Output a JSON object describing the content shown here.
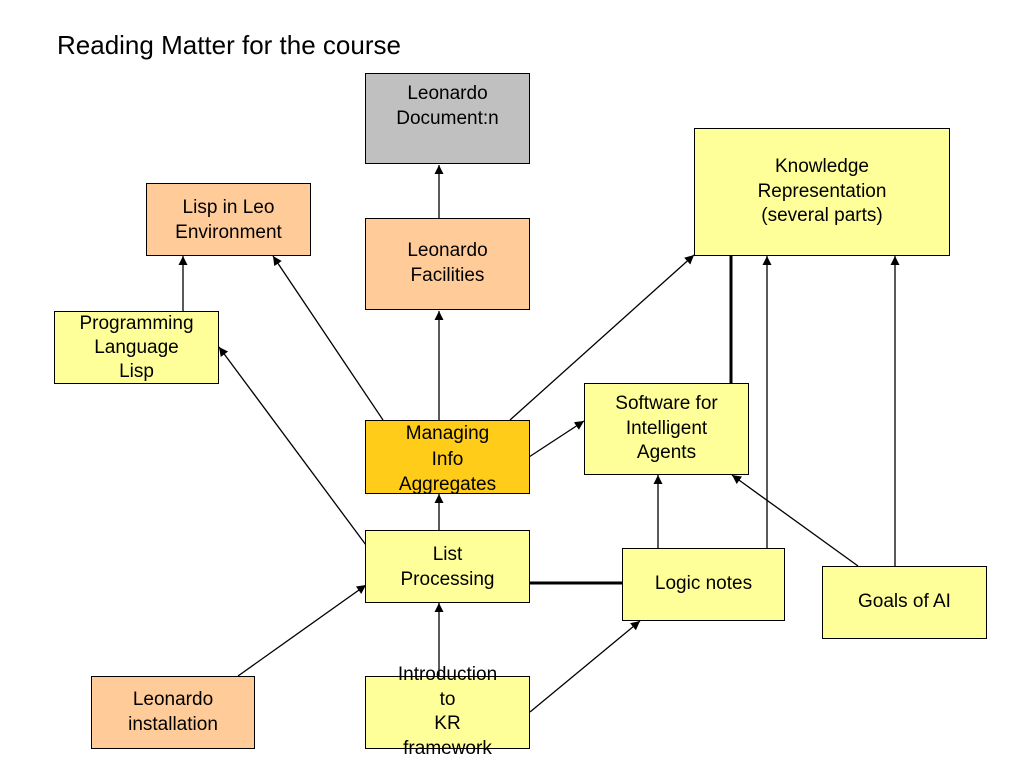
{
  "title": "Reading Matter for the course",
  "nodes": {
    "leonardo_documentation": {
      "label": "Leonardo\nDocument:n",
      "color": "#c0c0c0"
    },
    "knowledge_representation": {
      "label": "Knowledge\nRepresentation\n(several parts)",
      "color": "#ffff99"
    },
    "lisp_in_leo": {
      "label": "Lisp in Leo\nEnvironment",
      "color": "#ffcc99"
    },
    "leonardo_facilities": {
      "label": "Leonardo\nFacilities",
      "color": "#ffcc99"
    },
    "programming_language_lisp": {
      "label": "Programming\nLanguage\nLisp",
      "color": "#ffff99"
    },
    "software_agents": {
      "label": "Software for\nIntelligent\nAgents",
      "color": "#ffff99"
    },
    "managing_info": {
      "label": "Managing\nInfo\nAggregates",
      "color": "#ffcc19"
    },
    "list_processing": {
      "label": "List\nProcessing",
      "color": "#ffff99"
    },
    "logic_notes": {
      "label": "Logic notes",
      "color": "#ffff99"
    },
    "goals_of_ai": {
      "label": "Goals of AI",
      "color": "#ffff99"
    },
    "leonardo_installation": {
      "label": "Leonardo\ninstallation",
      "color": "#ffcc99"
    },
    "intro_kr": {
      "label": "Introduction\nto\nKR\nframework",
      "color": "#ffff99"
    }
  },
  "edges": [
    {
      "from": "leonardo_facilities",
      "to": "leonardo_documentation",
      "type": "arrow"
    },
    {
      "from": "managing_info",
      "to": "leonardo_facilities",
      "type": "arrow"
    },
    {
      "from": "managing_info",
      "to": "lisp_in_leo",
      "type": "arrow"
    },
    {
      "from": "managing_info",
      "to": "knowledge_representation",
      "type": "arrow"
    },
    {
      "from": "managing_info",
      "to": "software_agents",
      "type": "arrow"
    },
    {
      "from": "programming_language_lisp",
      "to": "lisp_in_leo",
      "type": "arrow"
    },
    {
      "from": "list_processing",
      "to": "programming_language_lisp",
      "type": "arrow"
    },
    {
      "from": "list_processing",
      "to": "managing_info",
      "type": "arrow"
    },
    {
      "from": "list_processing",
      "to": "logic_notes",
      "type": "thick-line"
    },
    {
      "from": "software_agents",
      "to": "knowledge_representation",
      "type": "thick-line"
    },
    {
      "from": "logic_notes",
      "to": "software_agents",
      "type": "arrow"
    },
    {
      "from": "logic_notes",
      "to": "knowledge_representation",
      "type": "arrow"
    },
    {
      "from": "goals_of_ai",
      "to": "software_agents",
      "type": "arrow"
    },
    {
      "from": "goals_of_ai",
      "to": "knowledge_representation",
      "type": "arrow"
    },
    {
      "from": "leonardo_installation",
      "to": "list_processing",
      "type": "arrow"
    },
    {
      "from": "intro_kr",
      "to": "list_processing",
      "type": "arrow"
    },
    {
      "from": "intro_kr",
      "to": "logic_notes",
      "type": "arrow"
    }
  ]
}
